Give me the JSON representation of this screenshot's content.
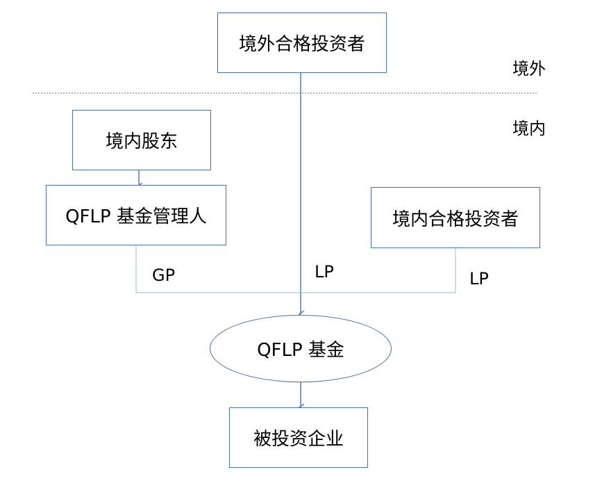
{
  "nodes": {
    "overseas_investor": "境外合格投资者",
    "domestic_shareholder": "境内股东",
    "qflp_manager": "QFLP 基金管理人",
    "domestic_investor": "境内合格投资者",
    "qflp_fund": "QFLP 基金",
    "investee": "被投资企业"
  },
  "regions": {
    "overseas": "境外",
    "domestic": "境内"
  },
  "edge_labels": {
    "gp": "GP",
    "lp_center": "LP",
    "lp_right": "LP"
  },
  "colors": {
    "line": "#4a7ebb",
    "border": "#4a6fa5",
    "divider": "#c0504d",
    "connector": "#9bb7d4"
  }
}
